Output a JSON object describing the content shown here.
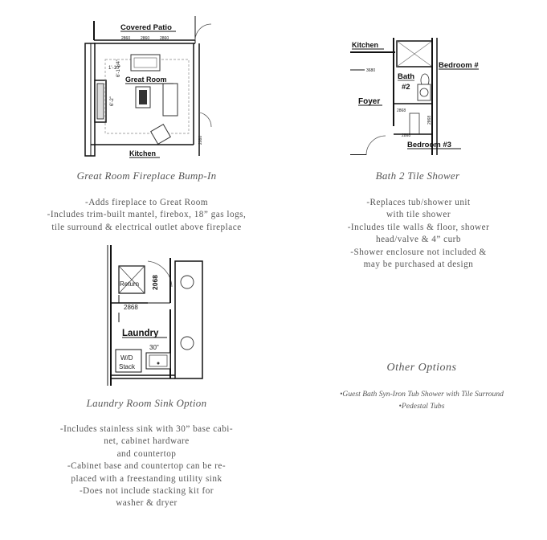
{
  "sections": [
    {
      "caption": "Great Room Fireplace Bump-In",
      "lines": [
        "-Adds fireplace to Great Room",
        "-Includes trim-built mantel, firebox, 18” gas logs,",
        "tile surround & electrical outlet above fireplace"
      ],
      "plan_labels": {
        "patio": "Covered Patio",
        "room": "Great Room",
        "kitchen": "Kitchen",
        "dim_a": "2860",
        "dim_b": "2860",
        "dim_c": "2860",
        "dim_d": "1'-10\"",
        "dim_e": "6'-1 1/4\"",
        "dim_f": "6'-2\"",
        "dim_g": "2080"
      }
    },
    {
      "caption": "Bath 2 Tile Shower",
      "lines": [
        "-Replaces tub/shower unit",
        "with tile shower",
        "-Includes tile walls & floor, shower",
        "head/valve & 4” curb",
        "-Shower enclosure not included &",
        "may be purchased at design"
      ],
      "plan_labels": {
        "kitchen": "Kitchen",
        "bedroom2": "Bedroom #2",
        "bath": "Bath",
        "bath_num": "#2",
        "foyer": "Foyer",
        "bedroom3": "Bedroom #3",
        "dim_a": "3680",
        "dim_b": "2868",
        "dim_c": "2868",
        "dim_d": "2868"
      }
    },
    {
      "caption": "Laundry Room Sink Option",
      "lines": [
        "-Includes stainless sink with 30” base cabi-",
        "net, cabinet hardware",
        "and countertop",
        "-Cabinet base and countertop can be re-",
        "placed with a freestanding utility sink",
        "-Does not include stacking kit for",
        "washer & dryer"
      ],
      "plan_labels": {
        "return": "Return",
        "door": "2068",
        "dim": "2868",
        "room": "Laundry",
        "sink": "30\"",
        "wd": "W/D",
        "stack": "Stack"
      }
    }
  ],
  "other_options": {
    "title": "Other Options",
    "items": [
      "•Guest Bath Syn-Iron Tub Shower with Tile Surround",
      "•Pedestal Tubs"
    ]
  }
}
